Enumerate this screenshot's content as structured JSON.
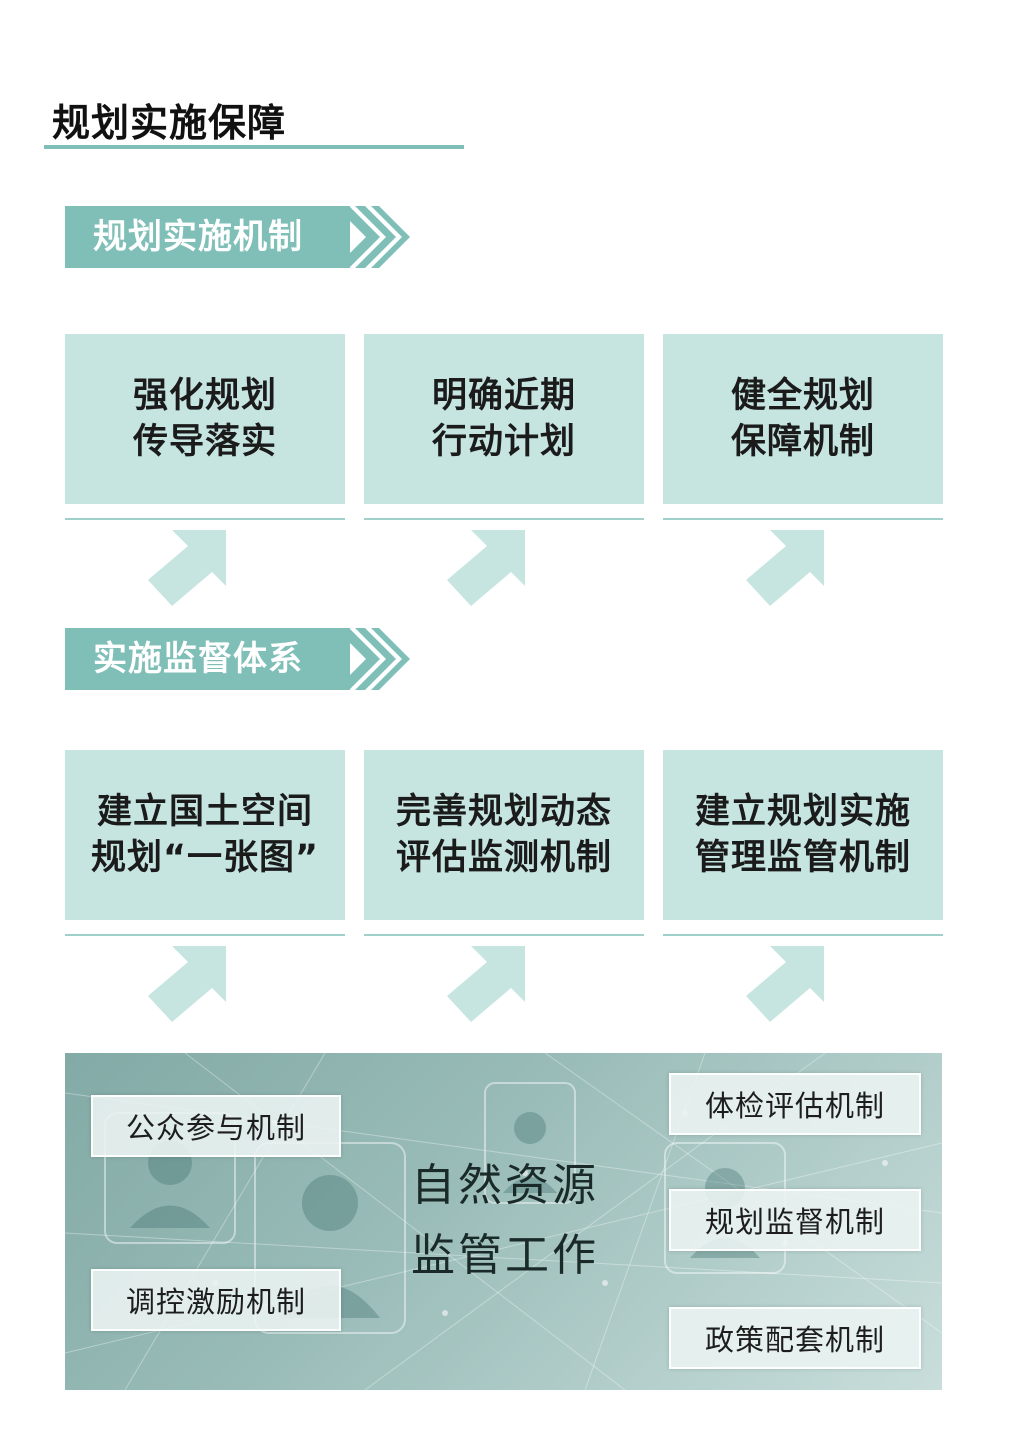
{
  "page": {
    "title": "规划实施保障"
  },
  "sections": [
    {
      "label": "规划实施机制",
      "cards": [
        {
          "line1": "强化规划",
          "line2": "传导落实"
        },
        {
          "line1": "明确近期",
          "line2": "行动计划"
        },
        {
          "line1": "健全规划",
          "line2": "保障机制"
        }
      ]
    },
    {
      "label": "实施监督体系",
      "cards": [
        {
          "line1": "建立国土空间",
          "line2": "规划“一张图”"
        },
        {
          "line1": "完善规划动态",
          "line2": "评估监测机制"
        },
        {
          "line1": "建立规划实施",
          "line2": "管理监管机制"
        }
      ]
    }
  ],
  "bottom": {
    "center_line1": "自然资源",
    "center_line2": "监管工作",
    "left_items": [
      "公众参与机制",
      "调控激励机制"
    ],
    "right_items": [
      "体检评估机制",
      "规划监督机制",
      "政策配套机制"
    ]
  },
  "colors": {
    "accent": "#7fbfb7",
    "card_fill": "#c6e5e1",
    "arrow_fill": "#c6e5e1"
  },
  "icons": {
    "banner_chevron": "double-chevron-right-icon",
    "card_arrow": "arrow-up-right-icon"
  }
}
